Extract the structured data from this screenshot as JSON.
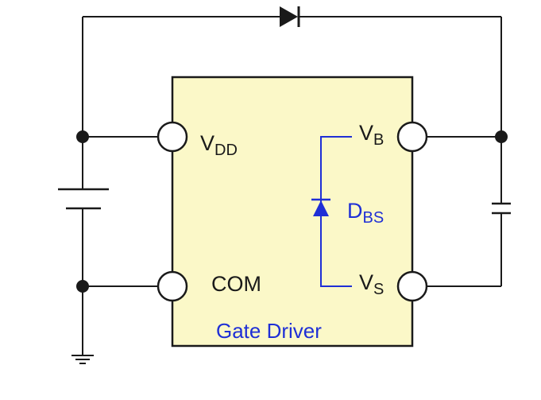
{
  "chip": {
    "title": "Gate Driver",
    "fill_color": "#fbf8c8",
    "border_color": "#1a1a1a"
  },
  "pins": {
    "vdd": {
      "main": "V",
      "sub": "DD"
    },
    "vb": {
      "main": "V",
      "sub": "B"
    },
    "vs": {
      "main": "V",
      "sub": "S"
    },
    "com": {
      "main": "COM"
    }
  },
  "bootstrap_diode": {
    "main": "D",
    "sub": "BS",
    "color": "#1f2fd6"
  },
  "components": {
    "top_diode": "diode-icon",
    "supply": "battery-icon",
    "bootstrap_cap": "capacitor-icon",
    "ground": "ground-icon"
  },
  "colors": {
    "wire": "#1a1a1a",
    "internal": "#1f2fd6"
  }
}
